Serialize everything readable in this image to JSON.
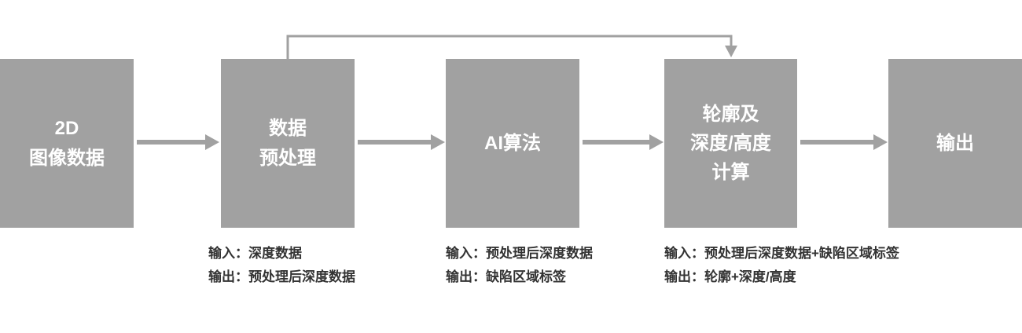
{
  "colors": {
    "box_fill": "#a1a1a1",
    "box_text": "#ffffff",
    "arrow": "#a1a1a1",
    "annotation_text": "#333333"
  },
  "diagram": {
    "boxes": [
      {
        "label": "2D\n图像数据"
      },
      {
        "label": "数据\n预处理"
      },
      {
        "label": "AI算法"
      },
      {
        "label": "轮廓及\n深度/高度\n计算"
      },
      {
        "label": "输出"
      }
    ],
    "annotations": [
      {
        "input": "输入：深度数据",
        "output": "输出：预处理后深度数据"
      },
      {
        "input": "输入：预处理后深度数据",
        "output": "输出：缺陷区域标签"
      },
      {
        "input": "输入：预处理后深度数据+缺陷区域标签",
        "output": "输出：轮廓+深度/高度"
      }
    ]
  }
}
